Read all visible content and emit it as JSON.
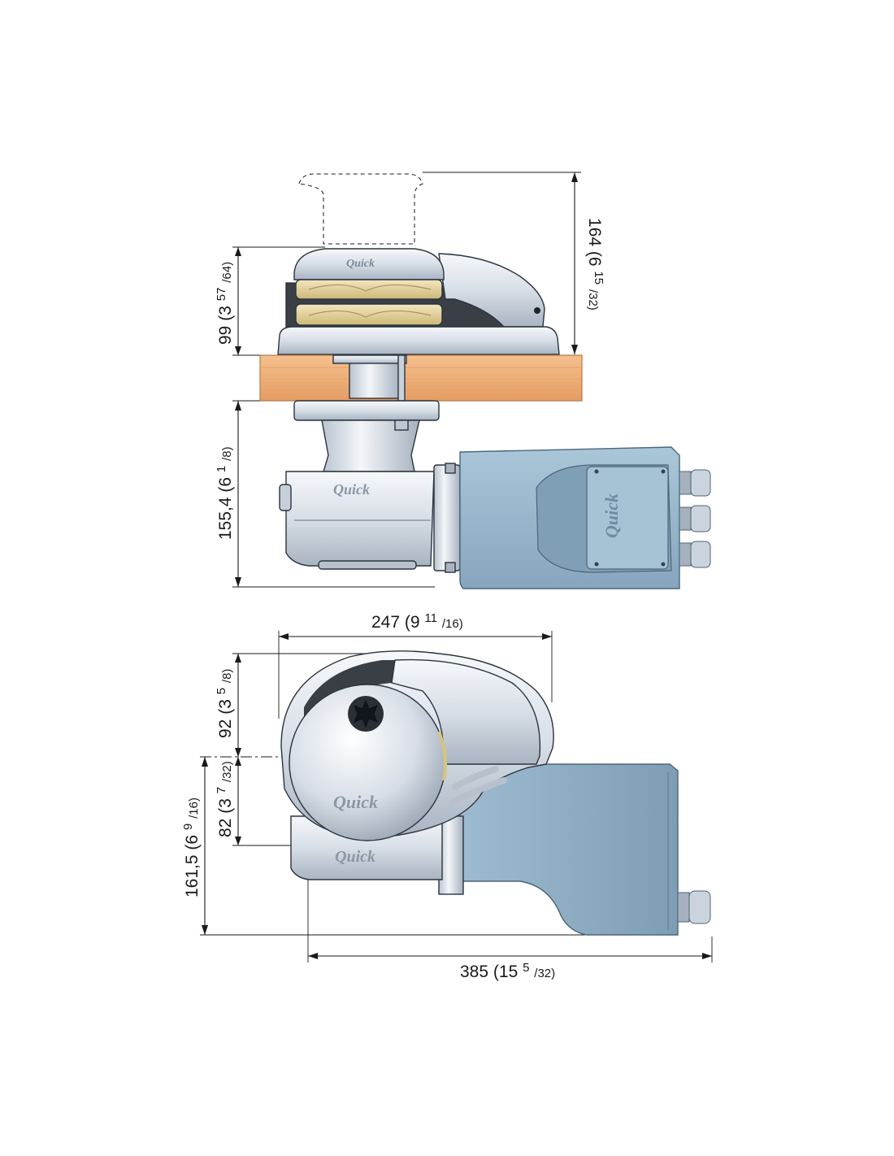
{
  "brand": {
    "logo_text": "Quick"
  },
  "colors": {
    "motor_blue": "#9fbdd0",
    "motor_blue_dark": "#7f9fb6",
    "chrome": "#dde3ea",
    "chrome_dark": "#aab4c0",
    "deck_wood": "#f2b27a",
    "brass": "#e9d9a3",
    "dark_band": "#3a3f45"
  },
  "side_view": {
    "dimensions": {
      "above_deck": {
        "value": "164",
        "main": "(6",
        "frac_num": "15",
        "frac_den": "/32)"
      },
      "winch_height": {
        "value": "99",
        "main": "(3",
        "frac_num": "57",
        "frac_den": "/64)"
      },
      "below_deck": {
        "value": "155,4",
        "main": "(6",
        "frac_num": "1",
        "frac_den": "/8)"
      }
    }
  },
  "top_view": {
    "dimensions": {
      "width": {
        "value": "247",
        "main": "(9",
        "frac_num": "11",
        "frac_den": "/16)"
      },
      "upper": {
        "value": "92",
        "main": "(3",
        "frac_num": "5",
        "frac_den": "/8)"
      },
      "lower": {
        "value": "82",
        "main": "(3",
        "frac_num": "7",
        "frac_den": "/32)"
      },
      "total_depth": {
        "value": "161,5",
        "main": "(6",
        "frac_num": "9",
        "frac_den": "/16)"
      },
      "total_length": {
        "value": "385",
        "main": "(15",
        "frac_num": "5",
        "frac_den": "/32)"
      }
    }
  }
}
